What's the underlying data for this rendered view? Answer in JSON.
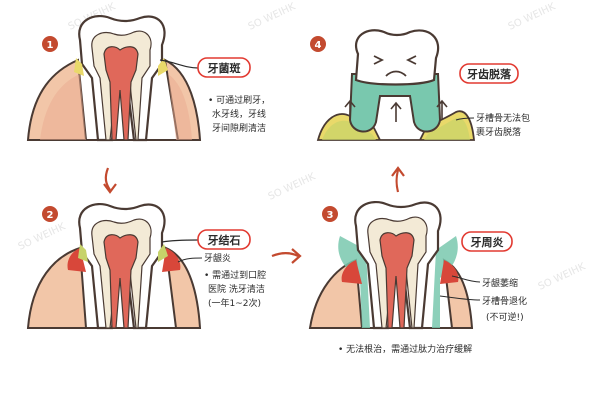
{
  "panels": [
    {
      "step": "1",
      "label": "牙菌斑",
      "notes": [
        "• 可通过刷牙，",
        "水牙线，牙线",
        "牙间隙刷清洁"
      ]
    },
    {
      "step": "2",
      "label": "牙结石",
      "sub_label": "牙龈炎",
      "notes": [
        "• 需通过到口腔",
        "医院 洗牙清洁",
        "(一年1~2次)"
      ]
    },
    {
      "step": "3",
      "label": "牙周炎",
      "callouts": [
        "牙龈萎缩",
        "牙槽骨退化",
        "(不可逆!)"
      ],
      "footnote": "• 无法根治，需通过肽力治疗缓解"
    },
    {
      "step": "4",
      "label": "牙齿脱落",
      "callouts": [
        "牙槽骨无法包",
        "裹牙齿脱落"
      ]
    }
  ],
  "watermark": "SO WEIHK",
  "colors": {
    "gum": "#f2c6a8",
    "gum_red": "#d8473a",
    "tooth": "#ffffff",
    "pulp": "#e0685a",
    "dentin": "#f3ead6",
    "outline": "#4a3a33",
    "plaque": "#e9d96a",
    "tartar": "#c7d36a",
    "bone_teal": "#79c8ae",
    "label_bubble": "#e23a31",
    "arrow": "#c34a2f"
  }
}
